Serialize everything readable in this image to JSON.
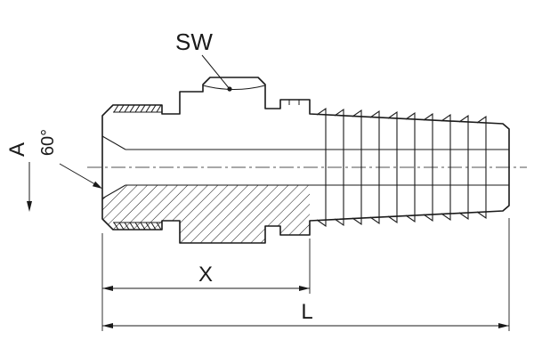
{
  "drawing": {
    "title": "hydraulic-hose-stud-fitting-technical-drawing",
    "labels": {
      "sw": "SW",
      "a": "A",
      "angle": "60°",
      "x": "X",
      "l": "L"
    },
    "colors": {
      "line": "#1a1a1a",
      "background": "#ffffff"
    }
  }
}
